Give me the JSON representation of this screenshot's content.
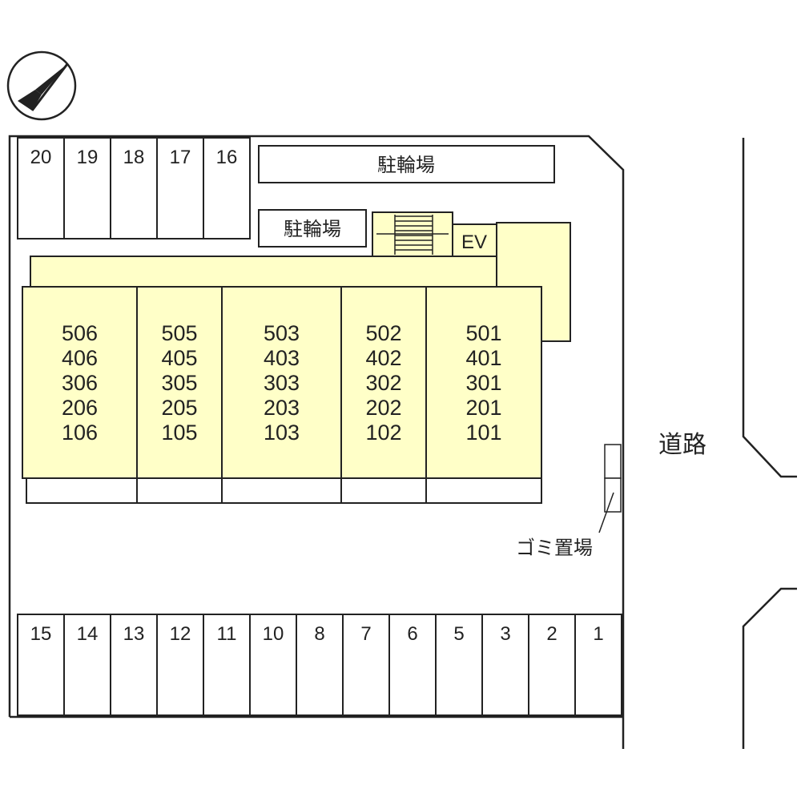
{
  "compass": {
    "icon": "north-arrow-icon"
  },
  "parking_top": [
    "20",
    "19",
    "18",
    "17",
    "16"
  ],
  "parking_bottom": [
    "15",
    "14",
    "13",
    "12",
    "11",
    "10",
    "8",
    "7",
    "6",
    "5",
    "3",
    "2",
    "1"
  ],
  "bike_parking_1": "駐輪場",
  "bike_parking_2": "駐輪場",
  "elevator": "EV",
  "stairs": {
    "icon": "stairs-icon"
  },
  "units": [
    [
      "506",
      "406",
      "306",
      "206",
      "106"
    ],
    [
      "505",
      "405",
      "305",
      "205",
      "105"
    ],
    [
      "503",
      "403",
      "303",
      "203",
      "103"
    ],
    [
      "502",
      "402",
      "302",
      "202",
      "102"
    ],
    [
      "501",
      "401",
      "301",
      "201",
      "101"
    ]
  ],
  "road": "道路",
  "garbage": "ゴミ置場",
  "colors": {
    "building": "#ffffc8",
    "line": "#222222",
    "background": "#ffffff"
  }
}
